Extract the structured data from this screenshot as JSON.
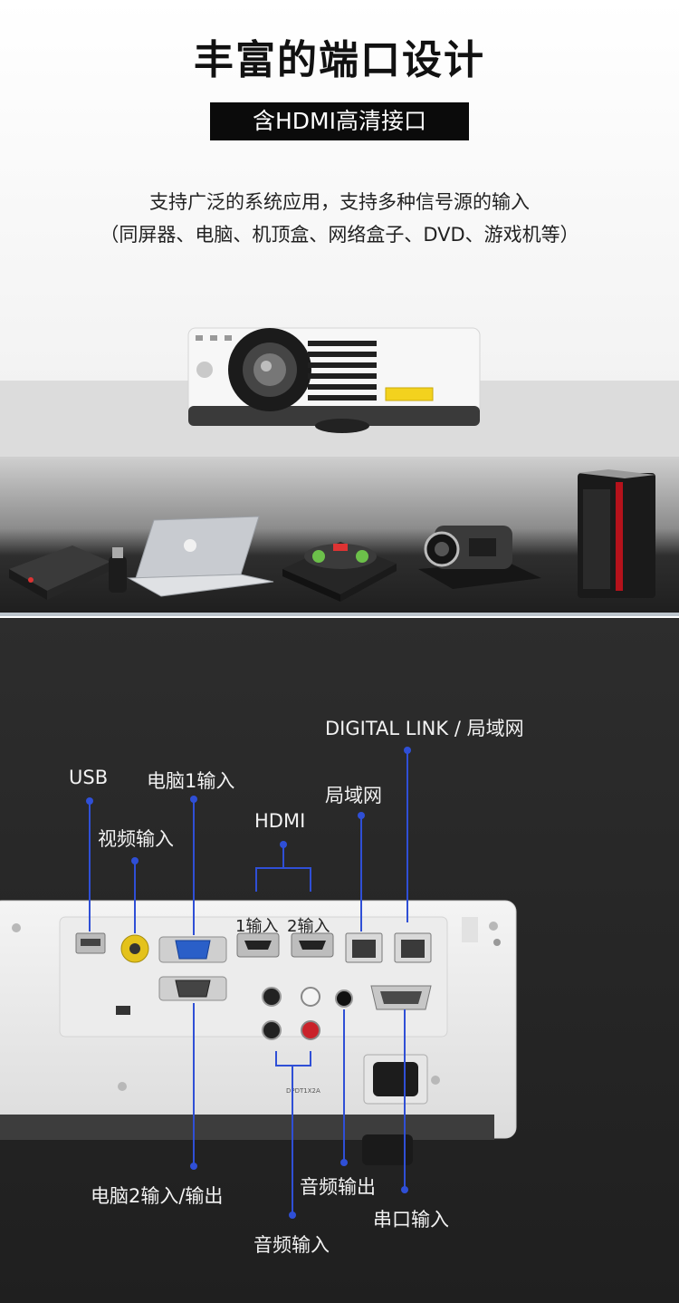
{
  "header": {
    "title": "丰富的端口设计",
    "badge": "含HDMI高清接口",
    "desc_line1": "支持广泛的系统应用，支持多种信号源的输入",
    "desc_line2": "（同屏器、电脑、机顶盒、网络盒子、DVD、游戏机等）"
  },
  "ports": {
    "digital_link": "DIGITAL LINK / 局域网",
    "usb": "USB",
    "pc1_in": "电脑1输入",
    "lan": "局域网",
    "video_in": "视频输入",
    "hdmi": "HDMI",
    "hdmi1": "1输入",
    "hdmi2": "2输入",
    "pc2_inout": "电脑2输入/输出",
    "audio_out": "音频输出",
    "serial_in": "串口输入",
    "audio_in": "音频输入"
  },
  "colors": {
    "callout": "#2f4fd6",
    "badge_bg": "#0b0b0b",
    "dark_bg": "#242424"
  }
}
